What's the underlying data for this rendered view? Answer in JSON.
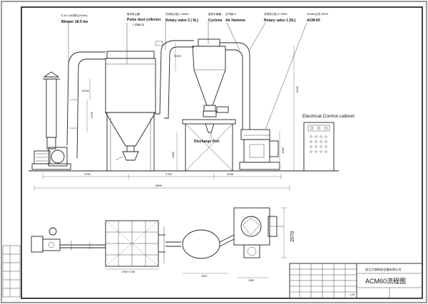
{
  "sheet": {
    "title_block": {
      "company": "浙江力普粉碎设备有限公司",
      "drawing_title": "ACM60流程图",
      "scale": "1:25"
    }
  },
  "callouts": {
    "blower_cn": "5-19 4.5A风机(18.5kw)",
    "blower": "Blower 18.5 kw",
    "dust_cn": "脉冲除尘器",
    "dust": "Pulse dust collector",
    "dust2": "( 48pcs)",
    "rv2_cn": "关风机(2型) 0.55KW",
    "rv2": "Rotary valve 2 ( 5L)",
    "cyclone_cn": "旋风分离器",
    "cyclone": "Cyclone",
    "hammer_cn": "空气锤×2",
    "hammer": "Air Hammer",
    "rv1_cn": "关风机(1型) 0.75KW",
    "rv1": "Rotary valve 1 (5L)",
    "acm_cn": "ACM60主机 55KW",
    "acm": "ACM-60",
    "discharge": "Discharge Port",
    "cabinet": "Electrical Control cabinet"
  },
  "dimensions": {
    "d250_left": "Φ250",
    "d250_top": "Φ250",
    "h4700": "4700",
    "h5100": "5100",
    "h1960": "1960",
    "h1580": "1580",
    "w2700a": "2700",
    "w2750": "2750",
    "w2058": "2058",
    "w9800": "9800",
    "w1756": "1756+1760",
    "w1600": "1600",
    "w1960b": "1960",
    "h2070": "2070"
  }
}
